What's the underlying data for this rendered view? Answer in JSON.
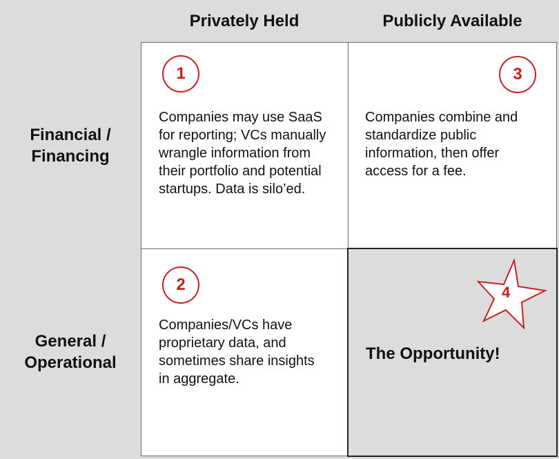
{
  "columns": {
    "private": "Privately Held",
    "public": "Publicly Available"
  },
  "rows": {
    "financial_line1": "Financial /",
    "financial_line2": "Financing",
    "general_line1": "General /",
    "general_line2": "Operational"
  },
  "cells": {
    "q1": {
      "number": "1",
      "text": "Companies may use SaaS\nfor reporting; VCs manually\nwrangle information from\ntheir portfolio and potential\nstartups.  Data is silo’ed."
    },
    "q2": {
      "number": "2",
      "text": "Companies/VCs have\nproprietary data, and\nsometimes share insights\nin aggregate."
    },
    "q3": {
      "number": "3",
      "text": "Companies combine and\nstandardize public\ninformation, then offer\naccess for a fee."
    },
    "q4": {
      "number": "4",
      "title": "The Opportunity!"
    }
  },
  "colors": {
    "accent_red": "#c8201e",
    "grid_gray": "#dcdcdc",
    "text": "#111111"
  },
  "icons": {
    "badge": "circle-number-badge",
    "star": "star-icon"
  }
}
